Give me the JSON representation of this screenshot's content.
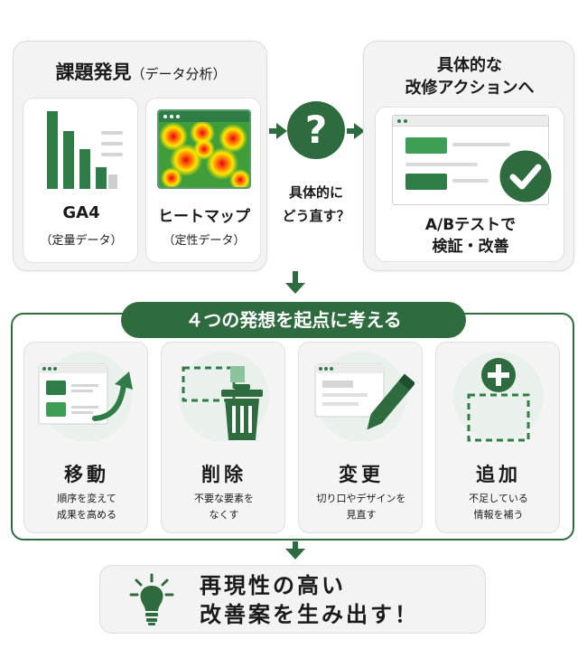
{
  "analysis": {
    "title": "課題発見",
    "title_sub": "（データ分析）",
    "ga4": {
      "label": "GA4",
      "sub": "（定量データ）"
    },
    "heatmap": {
      "label": "ヒートマップ",
      "sub": "（定性データ）"
    }
  },
  "question": {
    "symbol": "?",
    "line1": "具体的に",
    "line2": "どう直す？"
  },
  "action": {
    "title_line1": "具体的な",
    "title_line2": "改修アクションへ",
    "caption_line1": "A/Bテストで",
    "caption_line2": "検証・改善"
  },
  "ideas": {
    "banner": "４つの発想を起点に考える",
    "items": [
      {
        "title": "移動",
        "desc_line1": "順序を変えて",
        "desc_line2": "成果を高める",
        "icon": "layout-move-icon"
      },
      {
        "title": "削除",
        "desc_line1": "不要な要素を",
        "desc_line2": "なくす",
        "icon": "trash-icon"
      },
      {
        "title": "変更",
        "desc_line1": "切り口やデザインを",
        "desc_line2": "見直す",
        "icon": "pencil-edit-icon"
      },
      {
        "title": "追加",
        "desc_line1": "不足している",
        "desc_line2": "情報を補う",
        "icon": "plus-add-icon"
      }
    ]
  },
  "result": {
    "line1": "再現性の高い",
    "line2": "改善案を生み出す！",
    "icon": "lightbulb-icon"
  },
  "colors": {
    "primary_green": "#2e6b3f",
    "accent_green": "#2e7d46",
    "light_green": "#8bc49a"
  }
}
